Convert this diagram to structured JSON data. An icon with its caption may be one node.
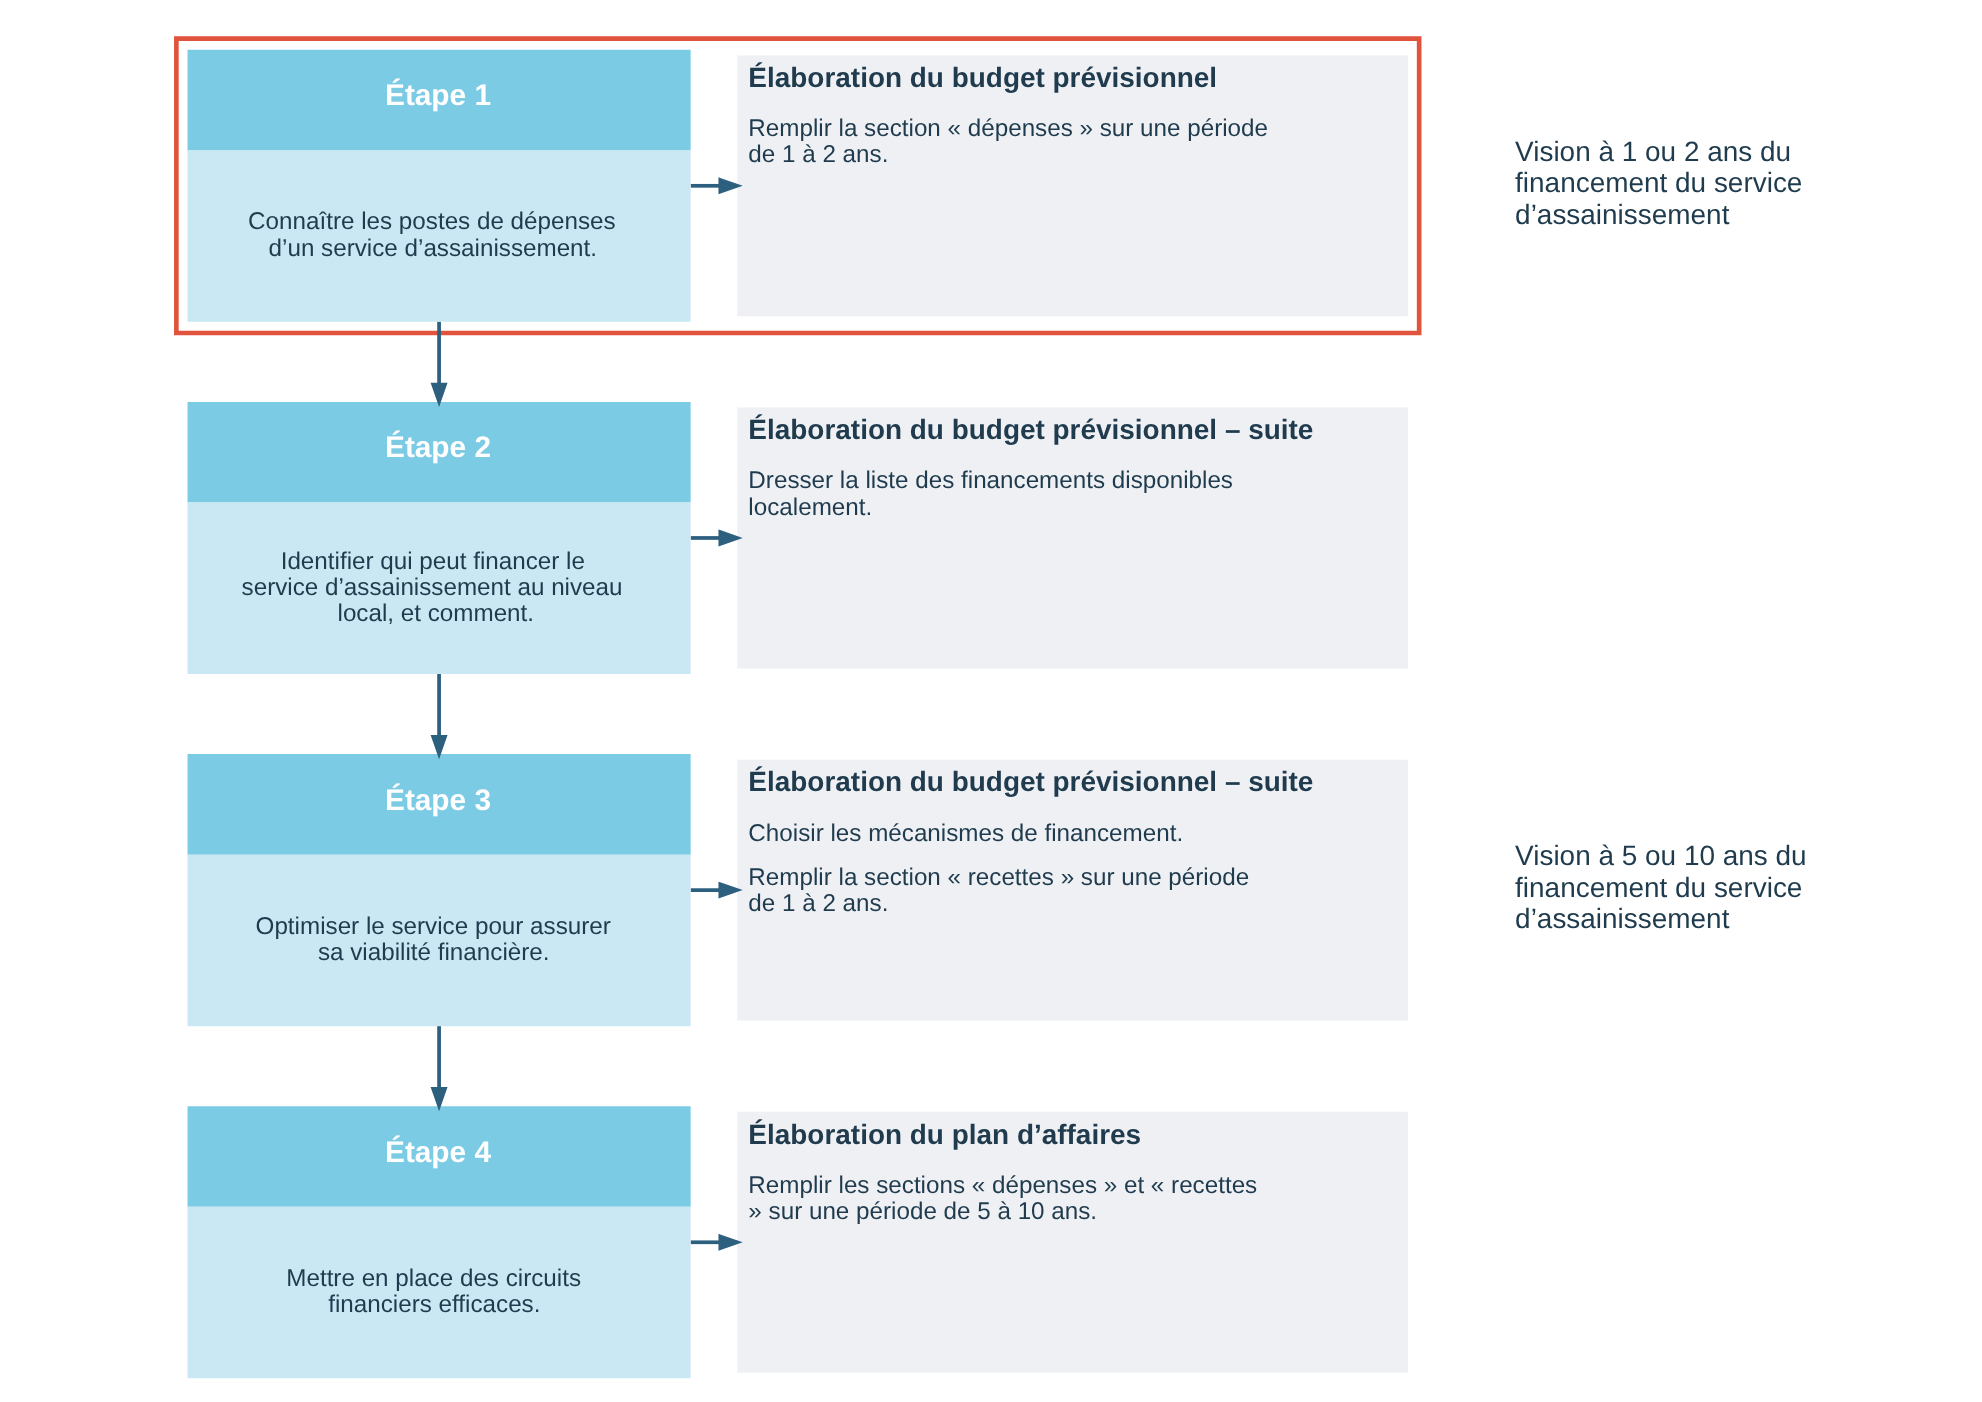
{
  "diagram": {
    "nodes": [
      {
        "text": [],
        "shape": "box"
      },
      {
        "text": [
          "Étape 1",
          "Connaître les postes de dépenses d’un service d’assainissement."
        ],
        "in": 0
      },
      {
        "text": [
          "Élaboration du budget prévisionnel",
          "Remplir la section « dépenses » sur une période de 1 à 2 ans."
        ],
        "in": 0
      },
      {
        "text": [
          "Étape 2",
          "Identifier qui peut financer le service d’assainissement au niveau local, et comment."
        ]
      },
      {
        "text": [
          "Élaboration du budget prévisionnel – suite",
          "Dresser la liste des financements disponibles localement."
        ]
      },
      {
        "text": [
          "Étape 3",
          "Optimiser le service pour assurer sa viabilité financière."
        ]
      },
      {
        "text": [
          "Élaboration du budget prévisionnel – suite",
          "Choisir les mécanismes de financement.",
          "Remplir la section « recettes » sur une période de 1 à 2 ans."
        ]
      },
      {
        "text": [
          "Étape 4",
          "Mettre en place des circuits financiers efficaces."
        ]
      },
      {
        "text": [
          "Élaboration du plan d’affaires",
          "Remplir les sections « dépenses » et « recettes » sur une période de 5 à 10 ans."
        ]
      }
    ],
    "edges": [
      {
        "from": 1,
        "to": 2,
        "arrow": "to"
      },
      {
        "from": 1,
        "to": 3,
        "arrow": "to"
      },
      {
        "from": 3,
        "to": 4,
        "arrow": "to"
      },
      {
        "from": 3,
        "to": 5,
        "arrow": "to"
      },
      {
        "from": 5,
        "to": 6,
        "arrow": "to"
      },
      {
        "from": 5,
        "to": 7,
        "arrow": "to"
      },
      {
        "from": 7,
        "to": 8,
        "arrow": "to"
      }
    ],
    "labels": [
      "Vision à 1 ou 2 ans du financement du service d’assainissement",
      "Vision à 5 ou 10 ans du financement du service d’assainissement"
    ]
  }
}
